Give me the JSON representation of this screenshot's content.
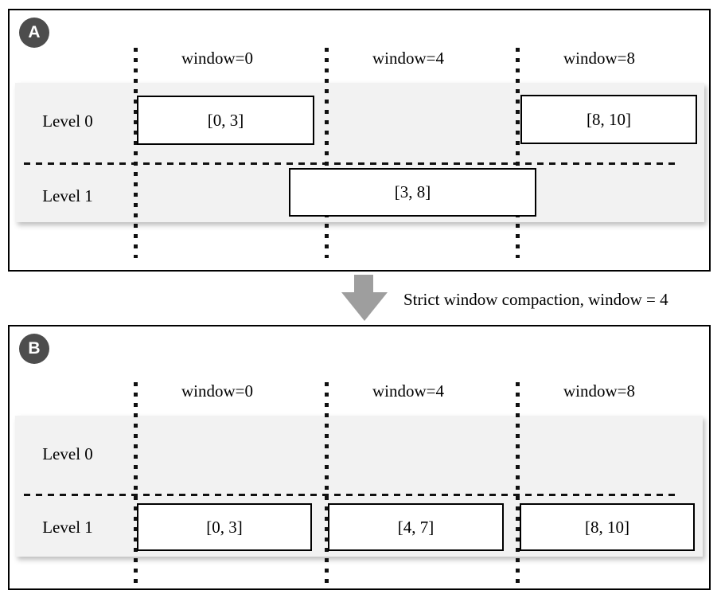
{
  "figure": {
    "panel_a": {
      "badge": "A",
      "column_headers": [
        "window=0",
        "window=4",
        "window=8"
      ],
      "row_labels": [
        "Level 0",
        "Level 1"
      ],
      "boxes": {
        "level0_window0": "[0, 3]",
        "level0_window8": "[8, 10]",
        "level1_span": "[3, 8]"
      }
    },
    "transition_label": "Strict window compaction, window = 4",
    "panel_b": {
      "badge": "B",
      "column_headers": [
        "window=0",
        "window=4",
        "window=8"
      ],
      "row_labels": [
        "Level 0",
        "Level 1"
      ],
      "boxes": {
        "level1_window0": "[0, 3]",
        "level1_window4": "[4, 7]",
        "level1_window8": "[8, 10]"
      }
    },
    "colors": {
      "panel_border": "#000000",
      "badge_bg": "#4d4d4d",
      "strip_bg": "#f2f2f2",
      "arrow_gray": "#9e9e9e"
    }
  }
}
